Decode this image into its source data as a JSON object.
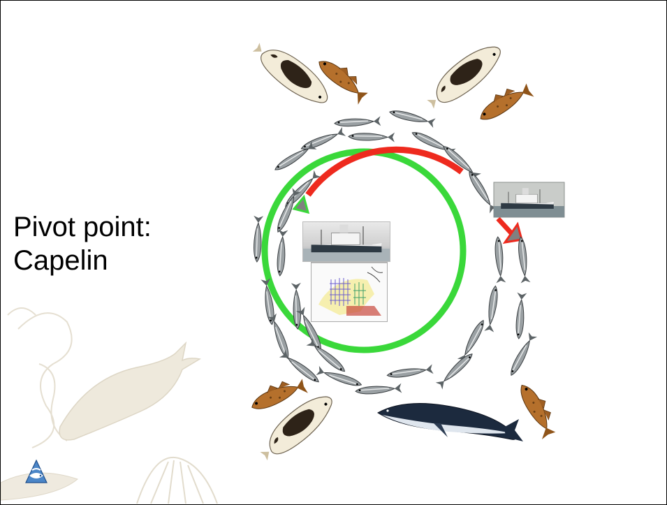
{
  "slide": {
    "title_line1": "Pivot point:",
    "title_line2": "Capelin"
  },
  "diagram": {
    "elements": [
      "seal-icon",
      "cod-icon",
      "capelin-icon",
      "research-vessel-photo",
      "fishing-vessel-photo",
      "survey-map",
      "minke-whale-icon"
    ],
    "colors": {
      "survey_cycle": "#3ad83a",
      "fishery_arc": "#ee2a1e",
      "arrow_head": "#808080",
      "background_art": "#e7e2d6"
    }
  }
}
